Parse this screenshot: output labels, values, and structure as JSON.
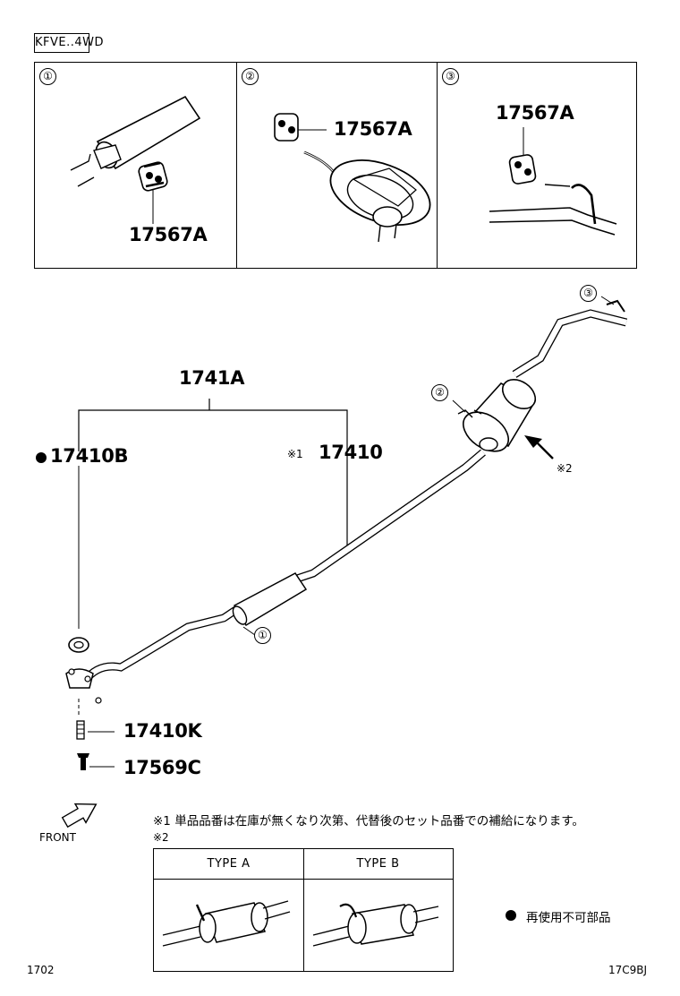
{
  "engine_tag": "KFVE..4WD",
  "detail_panels": [
    {
      "index": "①",
      "part": "17567A"
    },
    {
      "index": "②",
      "part": "17567A"
    },
    {
      "index": "③",
      "part": "17567A"
    }
  ],
  "main": {
    "assembly": "1741A",
    "gasket": "17410B",
    "pipe": "17410",
    "note1_mark": "※1",
    "spring": "17410K",
    "bolt": "17569C",
    "callout_1": "①",
    "callout_2": "②",
    "callout_3": "③",
    "note2_mark": "※2"
  },
  "front_label": "FRONT",
  "notes": {
    "note1": "※1 単品品番は在庫が無くなり次第、代替後のセット品番での補給になります。",
    "note2": "※2"
  },
  "type_table": {
    "type_a": "TYPE A",
    "type_b": "TYPE B"
  },
  "legend": {
    "text": "再使用不可部品"
  },
  "footer": {
    "left": "1702",
    "right": "17C9BJ"
  }
}
